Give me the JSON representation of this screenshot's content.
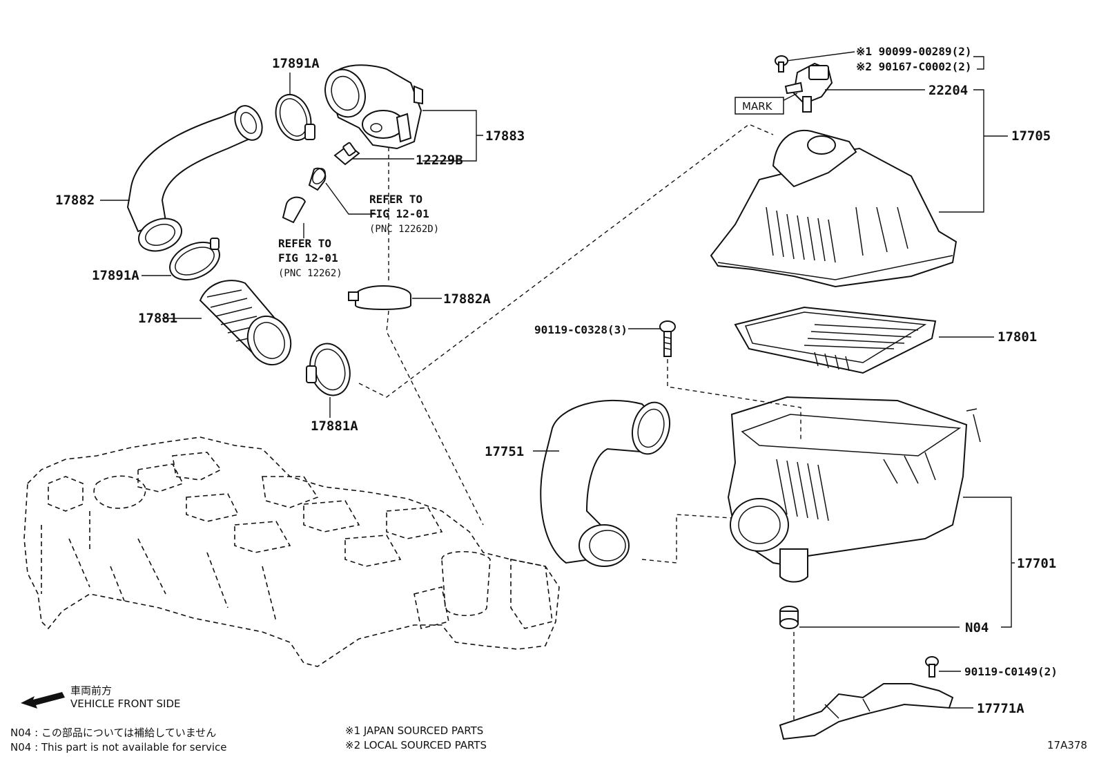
{
  "labels": {
    "p17891A_top": "17891A",
    "p17883": "17883",
    "p12229B": "12229B",
    "p17882": "17882",
    "p17891A_mid": "17891A",
    "p17881": "17881",
    "p17881A": "17881A",
    "p17882A": "17882A",
    "p90099": "※1  90099-00289(2)",
    "p90167": "※2  90167-C0002(2)",
    "mark": "MARK",
    "p22204": "22204",
    "p17705": "17705",
    "p90119_3": "90119-C0328(3)",
    "p17801": "17801",
    "p17751": "17751",
    "p17701": "17701",
    "pN04": "N04",
    "p90119_2": "90119-C0149(2)",
    "p17771A": "17771A"
  },
  "refers": {
    "a_line1": "REFER TO",
    "a_line2": "FIG 12-01",
    "a_line3": "(PNC 12262D)",
    "b_line1": "REFER TO",
    "b_line2": "FIG 12-01",
    "b_line3": "(PNC 12262)"
  },
  "legend": {
    "direction_jp": "車両前方",
    "direction_en": "VEHICLE FRONT SIDE",
    "n04_jp": "N04 : この部品については補給していません",
    "n04_en": "N04 : This part is not available for service",
    "src1": "※1  JAPAN SOURCED PARTS",
    "src2": "※2  LOCAL SOURCED PARTS",
    "fig_code": "17A378"
  }
}
